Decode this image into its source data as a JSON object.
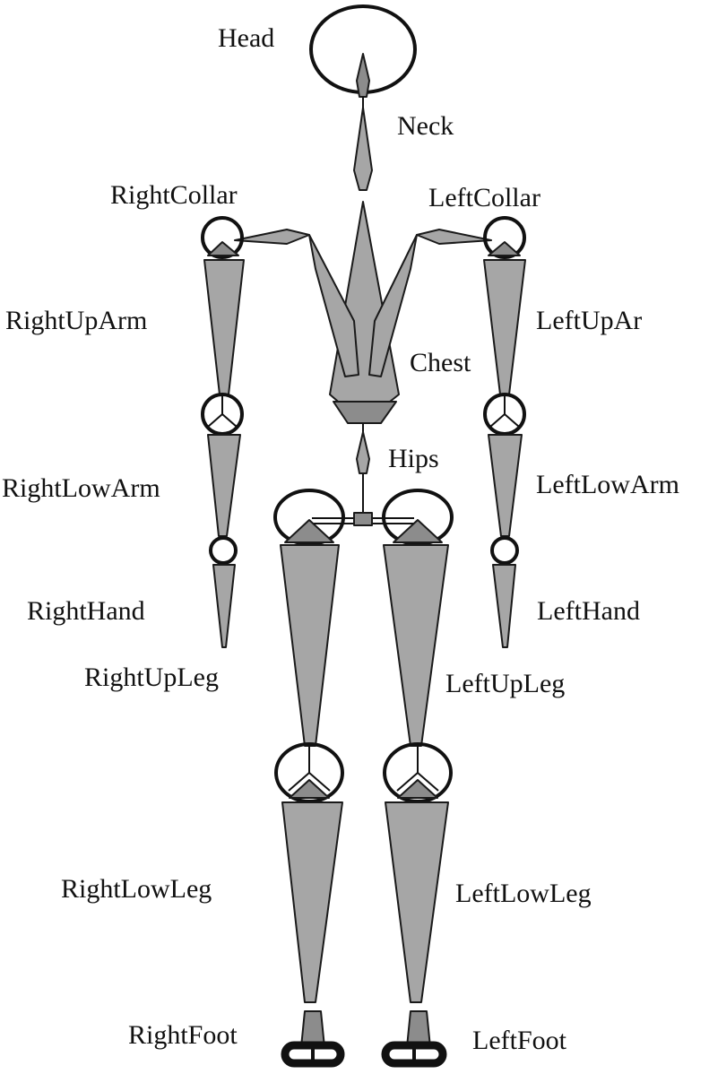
{
  "labels": {
    "head": "Head",
    "neck": "Neck",
    "right_collar": "RightCollar",
    "left_collar": "LeftCollar",
    "right_up_arm": "RightUpArm",
    "left_up_arm": "LeftUpAr",
    "chest": "Chest",
    "hips": "Hips",
    "right_low_arm": "RightLowArm",
    "left_low_arm": "LeftLowArm",
    "right_hand": "RightHand",
    "left_hand": "LeftHand",
    "right_up_leg": "RightUpLeg",
    "left_up_leg": "LeftUpLeg",
    "right_low_leg": "RightLowLeg",
    "left_low_leg": "LeftLowLeg",
    "right_foot": "RightFoot",
    "left_foot": "LeftFoot"
  },
  "colors": {
    "bone_fill": "#a6a6a6",
    "outline": "#111111",
    "background": "#ffffff"
  }
}
